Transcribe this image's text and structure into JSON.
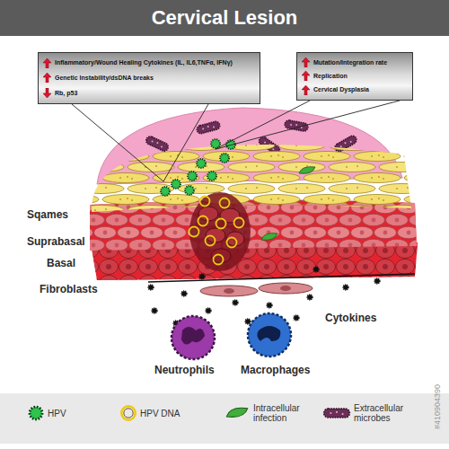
{
  "diagram": {
    "title": "Cervical Lesion",
    "nodes": [
      {
        "text": [
          "Inflammatory/Wound Healing Cytokines (IL, IL6,TNFα, IFNγ)",
          "Genetic Instability/dsDNA breaks",
          "Rb, p53"
        ]
      },
      {
        "text": [
          "Mutation/Integration rate",
          "Replication",
          "Cervical Dysplasia"
        ]
      }
    ],
    "labels": [
      "Sqames",
      "Suprabasal",
      "Basal",
      "Fibroblasts",
      "Cytokines",
      "Neutrophils",
      "Macrophages",
      "#410904390"
    ],
    "legend": [
      {
        "text": "HPV"
      },
      {
        "text": "HPV DNA"
      },
      {
        "text": "Intracellular infection"
      },
      {
        "text": "Extracellular microbes"
      }
    ]
  }
}
